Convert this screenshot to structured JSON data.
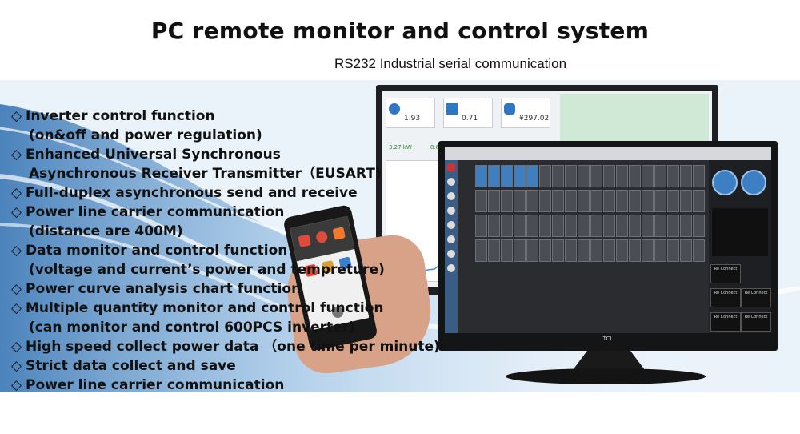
{
  "header": {
    "title": "PC remote monitor and control system",
    "subtitle": "RS232 Industrial serial communication"
  },
  "features": [
    {
      "text": "Inverter control function",
      "sub": "(on&off and power regulation)"
    },
    {
      "text": "Enhanced Universal Synchronous",
      "sub": "Asynchronous Receiver Transmitter（EUSART)"
    },
    {
      "text": "Full-duplex asynchronous send and receive",
      "sub": ""
    },
    {
      "text": "Power line carrier communication",
      "sub": "(distance are 400M)"
    },
    {
      "text": "Data monitor and control function",
      "sub": "(voltage and current’s power and tempreture)"
    },
    {
      "text": "Power curve analysis chart function",
      "sub": ""
    },
    {
      "text": "Multiple quantity monitor and control function",
      "sub": "(can monitor and control 600PCS inverter)"
    },
    {
      "text": "High speed collect power data （one time per minute)",
      "sub": ""
    },
    {
      "text": "Strict data collect and save",
      "sub": ""
    },
    {
      "text": "Power line carrier communication",
      "sub": ""
    }
  ],
  "bullet_symbol": "◇",
  "back_monitor": {
    "cards": [
      "1.93",
      "0.71",
      "¥297.02"
    ],
    "power_value": "3.27 kW",
    "energy_value": "8.60 kWh"
  },
  "front_monitor": {
    "brand": "TCL",
    "button_label": "Re Connect"
  },
  "colors": {
    "accent_blue": "#3f7fbf",
    "screen_dark": "#2a2c30",
    "green_panel": "#cfe9d6"
  }
}
